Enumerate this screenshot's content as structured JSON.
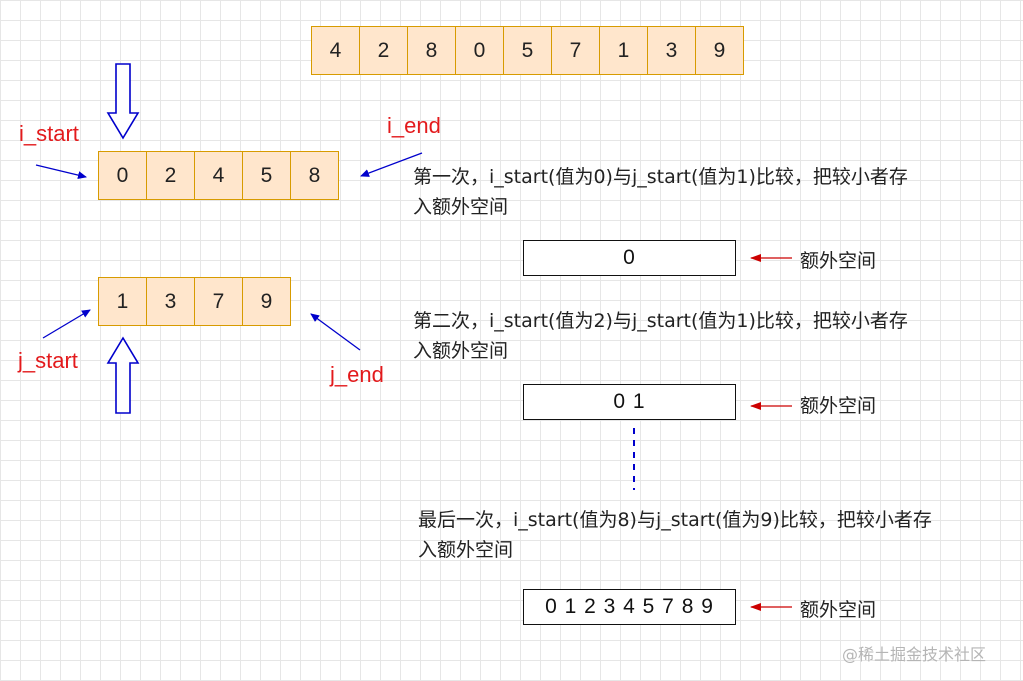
{
  "original_array": [
    "4",
    "2",
    "8",
    "0",
    "5",
    "7",
    "1",
    "3",
    "9"
  ],
  "left_array": [
    "0",
    "2",
    "4",
    "5",
    "8"
  ],
  "right_array": [
    "1",
    "3",
    "7",
    "9"
  ],
  "pointers": {
    "i_start": "i_start",
    "i_end": "i_end",
    "j_start": "j_start",
    "j_end": "j_end"
  },
  "steps": [
    {
      "line1": "第一次，i_start(值为0)与j_start(值为1)比较，把较小者存",
      "line2": "入额外空间",
      "result": "0"
    },
    {
      "line1": "第二次，i_start(值为2)与j_start(值为1)比较，把较小者存",
      "line2": "入额外空间",
      "result": "0 1"
    },
    {
      "line1": "最后一次，i_start(值为8)与j_start(值为9)比较，把较小者存",
      "line2": "入额外空间",
      "result": "0 1 2 3 4 5 7 8 9"
    }
  ],
  "extra_space_label": "额外空间",
  "watermark": "@稀土掘金技术社区",
  "colors": {
    "cell_fill": "#ffe6cc",
    "cell_border": "#d79b00",
    "pointer_text": "#e31a1c",
    "arrow_blue": "#0000cc",
    "arrow_red": "#cc0000"
  }
}
